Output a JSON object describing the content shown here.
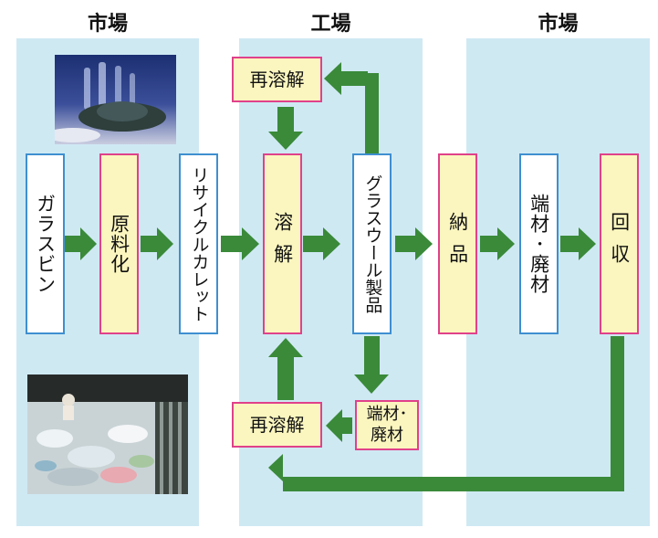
{
  "headings": {
    "left": "市場",
    "center": "工場",
    "right": "市場"
  },
  "nodes": {
    "glass_bottle": "ガラスビン",
    "raw_material": "原料化",
    "recycle_cullet": "リサイクルカレット",
    "melt": "溶解",
    "glass_wool": "グラスウール製品",
    "delivery": "納品",
    "scrap_waste_market": "端材･廃材",
    "collect": "回収",
    "remelt_top": "再溶解",
    "remelt_bottom": "再溶解",
    "scrap_waste_factory": "端材･廃材"
  },
  "colors": {
    "panel": "#cfe9f3",
    "arrow": "#3a8a3a",
    "pink_border": "#e0418a",
    "blue_border": "#3e8fd0",
    "yellow_fill": "#fbf6bf"
  }
}
